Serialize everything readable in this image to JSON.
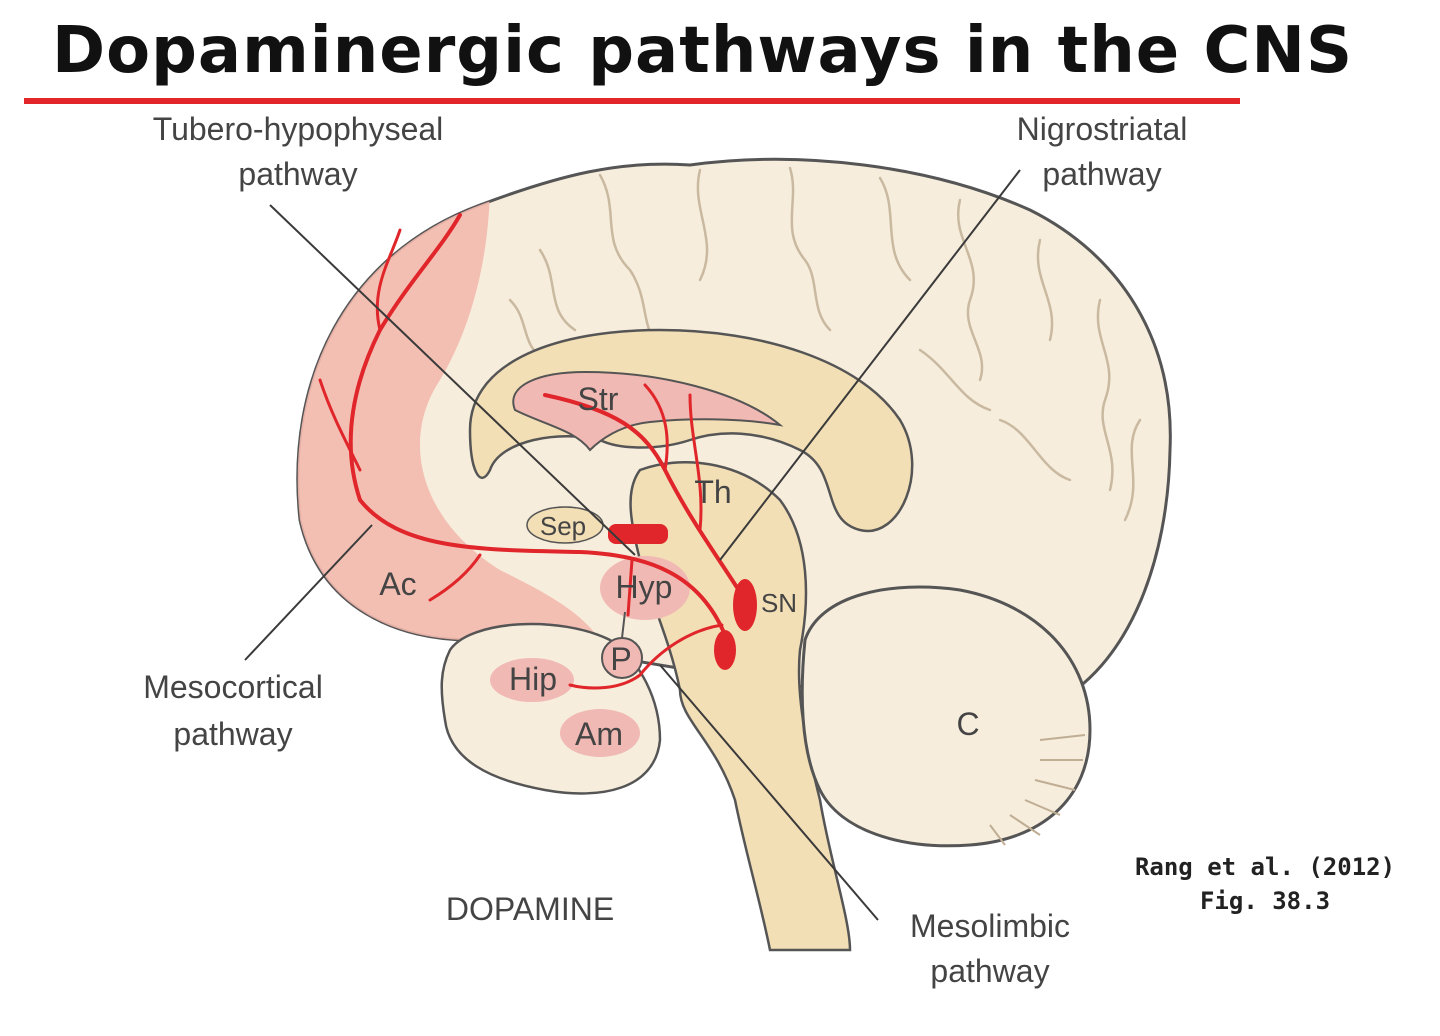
{
  "title": "Dopaminergic pathways in the CNS",
  "colors": {
    "title_rule": "#e3262a",
    "brain_fill": "#f7eddc",
    "structure_fill": "#f3dfb6",
    "cortex_highlight": "#f3b9ae",
    "region_pink": "#f1b9b3",
    "pathway_red": "#e0262b",
    "leader_line": "#3a3a3a"
  },
  "pathway_labels": {
    "tubero_1": "Tubero-hypophyseal",
    "tubero_2": "pathway",
    "nigro_1": "Nigrostriatal",
    "nigro_2": "pathway",
    "meso_cort_1": "Mesocortical",
    "meso_cort_2": "pathway",
    "meso_limb_1": "Mesolimbic",
    "meso_limb_2": "pathway"
  },
  "regions": {
    "str": "Str",
    "th": "Th",
    "sep": "Sep",
    "hyp": "Hyp",
    "sn": "SN",
    "ac": "Ac",
    "p": "P",
    "hip": "Hip",
    "am": "Am",
    "c": "C"
  },
  "caption": "DOPAMINE",
  "citation": {
    "line1": "Rang et al. (2012)",
    "line2": "Fig. 38.3"
  }
}
